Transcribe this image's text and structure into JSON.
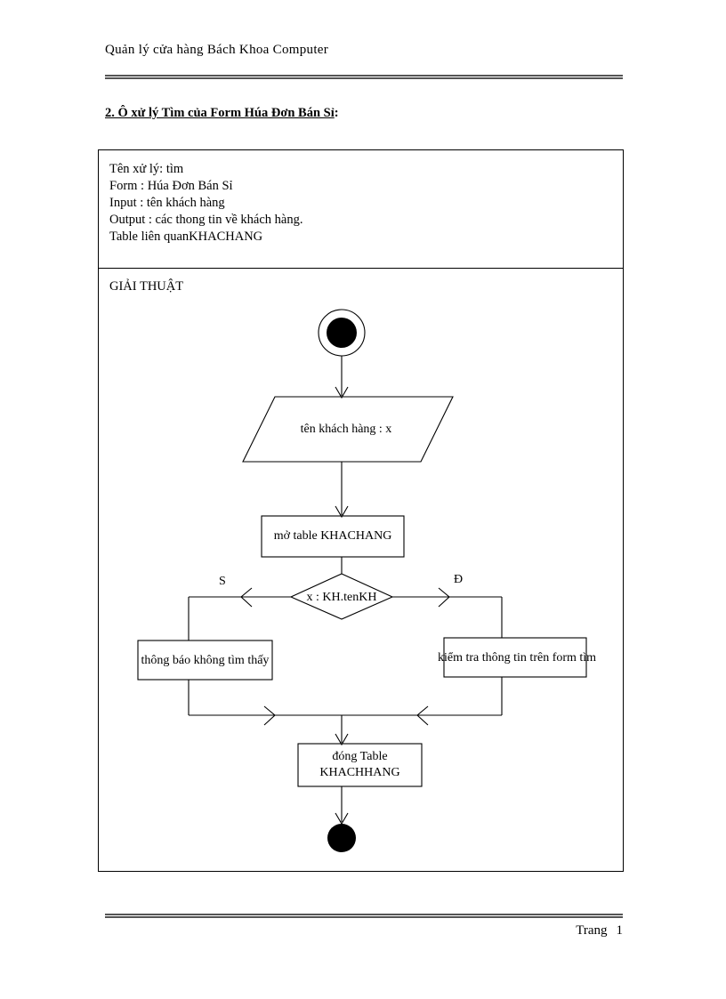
{
  "document": {
    "running_header": "Quản lý cửa hàng Bách Khoa Computer",
    "footer_label": "Trang",
    "footer_page_number": "1",
    "section_title": "2. Ô xử lý Tìm của Form Húa Đơn Bán Sỉ",
    "section_title_suffix": ":"
  },
  "info_block": {
    "line1": "Tên xử lý:  tìm",
    "line2": "Form : Húa Đơn Bán Sỉ",
    "line3": "Input  : tên khách hàng",
    "line4": "Output : các thong tin về khách hàng.",
    "line5": "Table liên  quanKHACHANG"
  },
  "algorithm": {
    "label": "GIẢI THUẬT"
  },
  "flowchart": {
    "start_node": "start-node",
    "end_node": "end-node",
    "input_text": "tên khách hàng : x",
    "open_table_text": "mở table KHACHANG",
    "decision_text": "x : KH.tenKH",
    "branch_false_label": "S",
    "branch_true_label": "Đ",
    "not_found_text": "thông báo không tìm thấy",
    "check_form_text": "kiểm tra thông tin trên form tìm",
    "close_table_line1": "đóng Table",
    "close_table_line2": "KHACHHANG"
  },
  "colors": {
    "ink": "#000000",
    "paper": "#ffffff",
    "rule": "#555555"
  }
}
